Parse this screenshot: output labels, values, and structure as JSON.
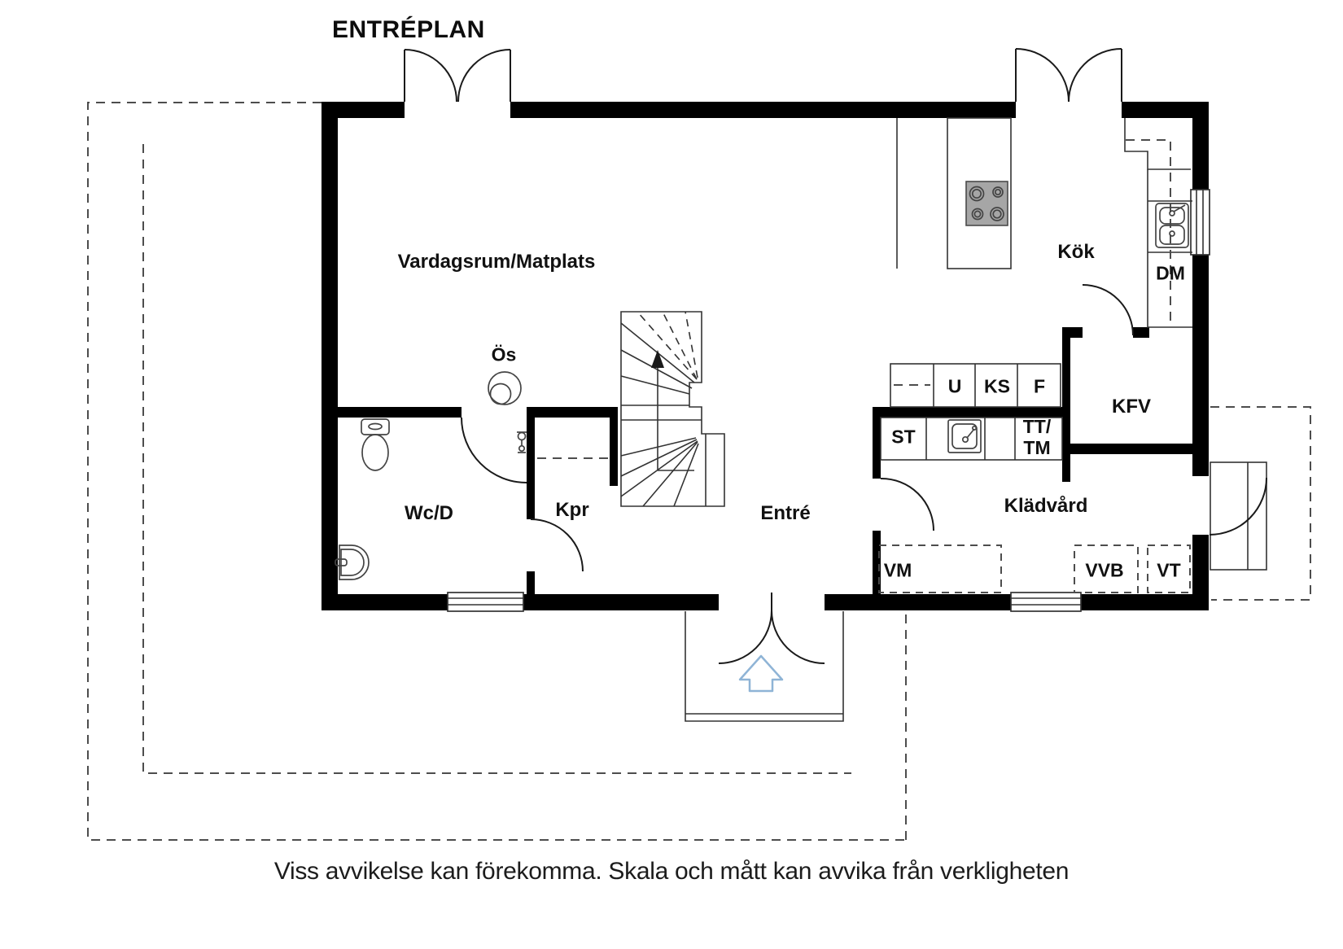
{
  "title": "ENTRÉPLAN",
  "caption": "Viss avvikelse kan förekomma. Skala och mått kan avvika från verkligheten",
  "rooms": {
    "living": "Vardagsrum/Matplats",
    "kitchen": "Kök",
    "wc": "Wc/D",
    "kpr": "Kpr",
    "entrance": "Entré",
    "laundry": "Klädvård",
    "kfv": "KFV"
  },
  "labels": {
    "os": "Ös",
    "dm": "DM",
    "u": "U",
    "ks": "KS",
    "f": "F",
    "st": "ST",
    "tt_line1": "TT/",
    "tt_line2": "TM",
    "vm": "VM",
    "vvb": "VVB",
    "vt": "VT"
  },
  "icons": {
    "stove": "stove-icon",
    "fireplace": "fireplace-icon",
    "toilet": "toilet-icon",
    "basin": "basin-icon",
    "shower": "shower-mixer-icon",
    "kitchen_sink": "kitchen-sink-icon",
    "laundry_sink": "laundry-sink-icon",
    "entry_arrow": "entry-arrow-icon",
    "stairs_up_arrow": "stairs-direction-arrow"
  },
  "colors": {
    "wall": "#000000",
    "line": "#1a1a1a",
    "dashed": "#4d4d4d",
    "stove": "#a6a6a6",
    "accent": "#8fb4d6"
  }
}
